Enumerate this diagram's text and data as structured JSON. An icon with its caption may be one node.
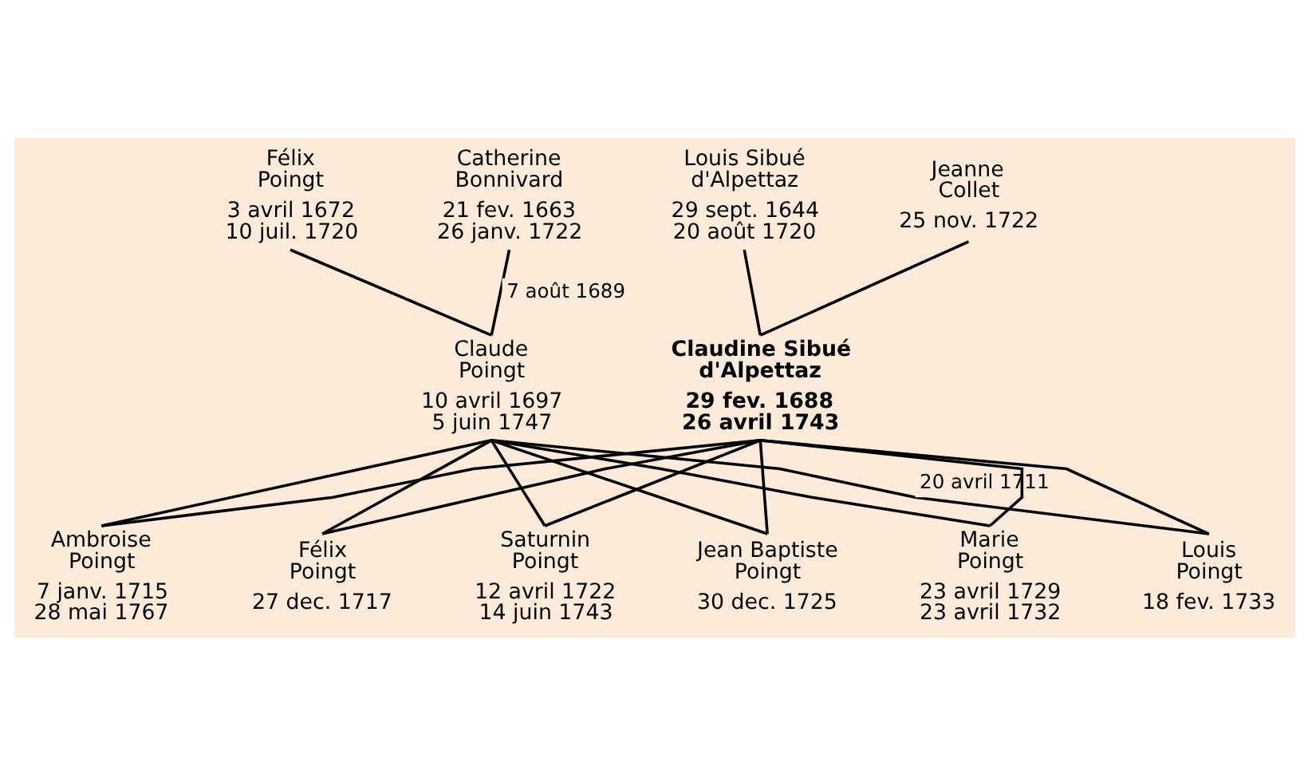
{
  "diagram": {
    "nodes": [
      {
        "text": [
          "Félix Poingt",
          "3 avril 1672",
          "10 juil. 1720"
        ]
      },
      {
        "text": [
          "Catherine Bonnivard",
          "21 fev. 1663",
          "26 janv. 1722"
        ]
      },
      {
        "text": [
          "Louis Sibué d'Alpettaz",
          "29 sept. 1644",
          "20 août 1720"
        ]
      },
      {
        "text": [
          "Jeanne Collet",
          "25 nov. 1722"
        ]
      },
      {
        "text": [
          "Claude Poingt",
          "10 avril 1697",
          "5 juin 1747"
        ]
      },
      {
        "text": [
          "Claudine Sibué d'Alpettaz",
          "29 fev. 1688",
          "26 avril 1743"
        ]
      },
      {
        "text": [
          "Ambroise Poingt",
          "7 janv. 1715",
          "28 mai 1767"
        ]
      },
      {
        "text": [
          "Félix Poingt",
          "27 dec. 1717"
        ]
      },
      {
        "text": [
          "Saturnin Poingt",
          "12 avril 1722",
          "14 juin 1743"
        ]
      },
      {
        "text": [
          "Jean Baptiste Poingt",
          "30 dec. 1725"
        ]
      },
      {
        "text": [
          "Marie Poingt",
          "23 avril 1729",
          "23 avril 1732"
        ]
      },
      {
        "text": [
          "Louis Poingt",
          "18 fev. 1733"
        ]
      }
    ],
    "edges": [
      {
        "from": 0,
        "to": 4,
        "arrow": "none"
      },
      {
        "from": 1,
        "to": 4,
        "arrow": "none",
        "label": "7 août 1689"
      },
      {
        "from": 2,
        "to": 5,
        "arrow": "none"
      },
      {
        "from": 3,
        "to": 5,
        "arrow": "none"
      },
      {
        "from": 5,
        "to": 6,
        "arrow": "none"
      },
      {
        "from": 5,
        "to": 7,
        "arrow": "none"
      },
      {
        "from": 5,
        "to": 8,
        "arrow": "none"
      },
      {
        "from": 5,
        "to": 9,
        "arrow": "none"
      },
      {
        "from": 5,
        "to": 10,
        "arrow": "none"
      },
      {
        "from": 5,
        "to": 11,
        "arrow": "none"
      },
      {
        "from": 4,
        "to": 6,
        "arrow": "none"
      },
      {
        "from": 4,
        "to": 7,
        "arrow": "none"
      },
      {
        "from": 4,
        "to": 8,
        "arrow": "none"
      },
      {
        "from": 4,
        "to": 9,
        "arrow": "none"
      },
      {
        "from": 4,
        "to": 10,
        "arrow": "none"
      },
      {
        "from": 4,
        "to": 11,
        "arrow": "none",
        "label": "20 avril 1711"
      }
    ]
  }
}
